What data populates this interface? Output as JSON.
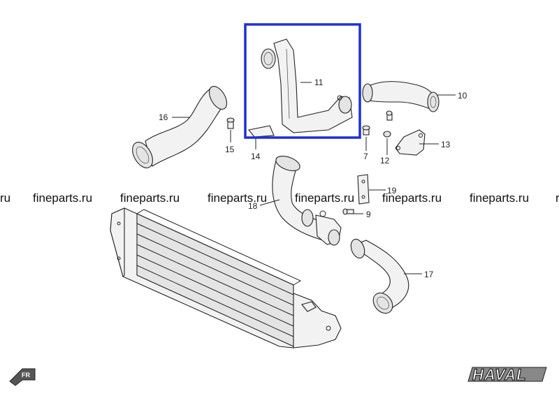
{
  "callouts": {
    "c7": "7",
    "c9": "9",
    "c10": "10",
    "c11": "11",
    "c12": "12",
    "c13": "13",
    "c14": "14",
    "c15": "15",
    "c16": "16",
    "c17": "17",
    "c18": "18",
    "c19": "19"
  },
  "watermark": {
    "w0": "ru",
    "w1": "fineparts.ru",
    "w2": "fineparts.ru",
    "w3": "fineparts.ru",
    "w4": "fineparts.ru",
    "w5": "fineparts.ru",
    "w6": "fineparts.ru",
    "w7": "r"
  },
  "highlight": {
    "color": "#1f2fd8",
    "part": "11"
  },
  "logos": {
    "direction": "FR",
    "brand": "HAVAL"
  }
}
